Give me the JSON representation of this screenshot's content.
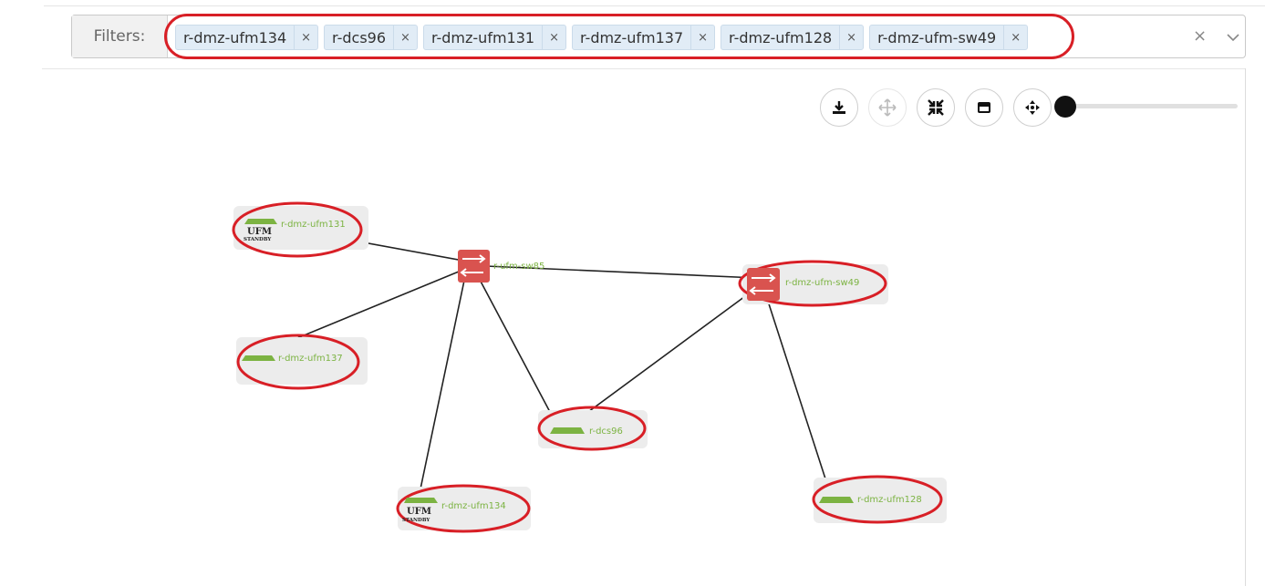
{
  "filters": {
    "label": "Filters:",
    "chips": [
      {
        "label": "r-dmz-ufm134",
        "remove": "×"
      },
      {
        "label": "r-dcs96",
        "remove": "×"
      },
      {
        "label": "r-dmz-ufm131",
        "remove": "×"
      },
      {
        "label": "r-dmz-ufm137",
        "remove": "×"
      },
      {
        "label": "r-dmz-ufm128",
        "remove": "×"
      },
      {
        "label": "r-dmz-ufm-sw49",
        "remove": "×"
      }
    ],
    "clear_all": "×"
  },
  "toolbar": {
    "buttons": [
      "download-icon",
      "move-icon",
      "collapse-icon",
      "window-icon",
      "center-icon"
    ],
    "zoom_slider_level": 0
  },
  "topology": {
    "nodes": [
      {
        "id": "ufm131",
        "label": "r-dmz-ufm131",
        "kind": "host",
        "badge": {
          "ufm": "UFM",
          "state": "STANDBY"
        }
      },
      {
        "id": "sw85",
        "label": "r-ufm-sw85",
        "kind": "switch"
      },
      {
        "id": "sw49",
        "label": "r-dmz-ufm-sw49",
        "kind": "switch"
      },
      {
        "id": "ufm137",
        "label": "r-dmz-ufm137",
        "kind": "host"
      },
      {
        "id": "dcs96",
        "label": "r-dcs96",
        "kind": "host"
      },
      {
        "id": "ufm134",
        "label": "r-dmz-ufm134",
        "kind": "host",
        "badge": {
          "ufm": "UFM",
          "state": "STANDBY"
        }
      },
      {
        "id": "ufm128",
        "label": "r-dmz-ufm128",
        "kind": "host"
      }
    ],
    "links": [
      [
        "ufm131",
        "sw85"
      ],
      [
        "ufm137",
        "sw85"
      ],
      [
        "ufm134",
        "sw85"
      ],
      [
        "dcs96",
        "sw85"
      ],
      [
        "sw85",
        "sw49"
      ],
      [
        "dcs96",
        "sw49"
      ],
      [
        "ufm128",
        "sw49"
      ]
    ]
  },
  "colors": {
    "highlight": "#d81f26",
    "host_green": "#7cb342",
    "switch_red": "#d9534f",
    "chip_bg": "#e1ecf6"
  }
}
